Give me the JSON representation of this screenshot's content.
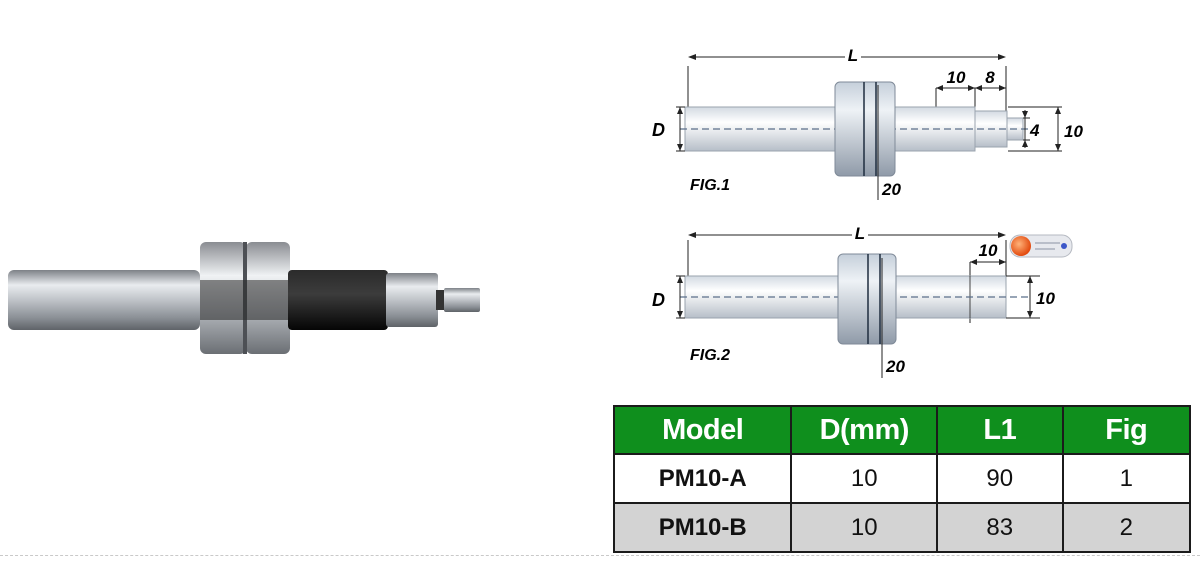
{
  "figure1": {
    "caption": "FIG.1",
    "dim_total": "L",
    "dim_a": "10",
    "dim_b": "8",
    "dim_diameter": "D",
    "dim_tip": "4",
    "dim_shank": "10",
    "dim_collar": "20"
  },
  "figure2": {
    "caption": "FIG.2",
    "dim_total": "L",
    "dim_a": "10",
    "dim_diameter": "D",
    "dim_shank": "10",
    "dim_collar": "20"
  },
  "table": {
    "headers": [
      "Model",
      "D(mm)",
      "L1",
      "Fig"
    ],
    "rows": [
      [
        "PM10-A",
        "10",
        "90",
        "1"
      ],
      [
        "PM10-B",
        "10",
        "83",
        "2"
      ]
    ]
  },
  "colors": {
    "header_bg": "#0f8f1d",
    "header_text": "#ffffff",
    "row_alt_bg": "#d3d3d3",
    "sleeve_color": "#1a1a1a",
    "steel_color": "#c4c8cc"
  }
}
